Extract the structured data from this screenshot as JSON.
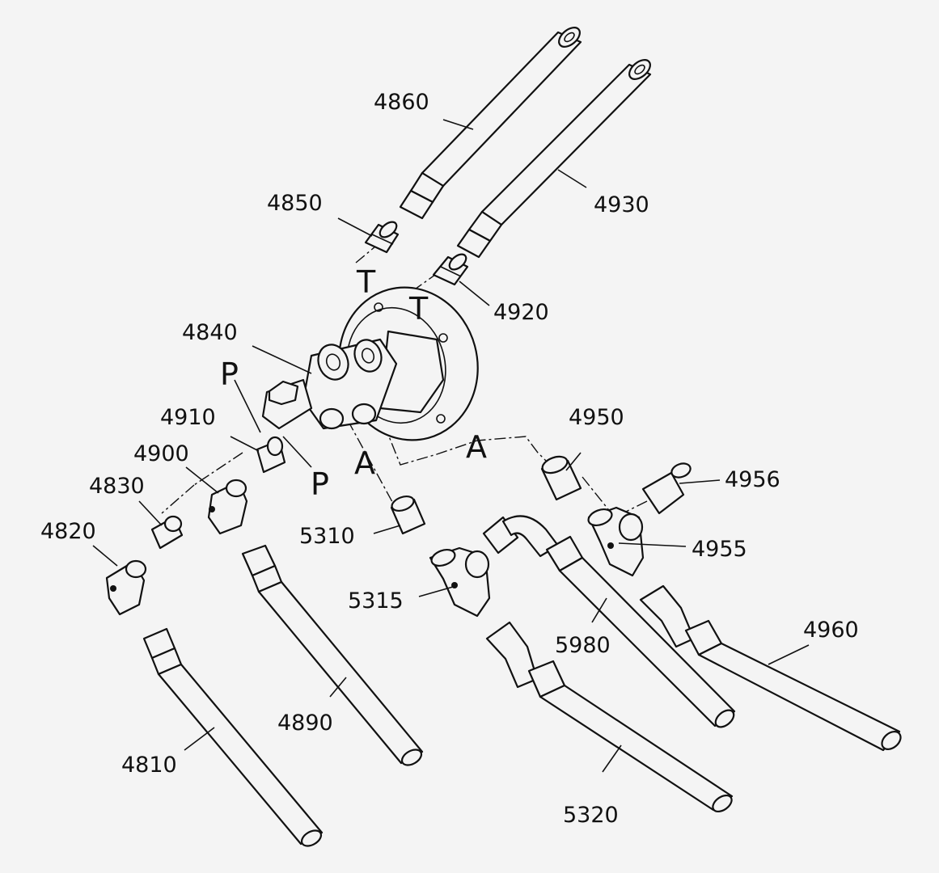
{
  "part_labels": {
    "p4860": "4860",
    "p4930": "4930",
    "p4850": "4850",
    "p4920": "4920",
    "p4840": "4840",
    "p4910": "4910",
    "p4900": "4900",
    "p4830": "4830",
    "p4820": "4820",
    "p4950": "4950",
    "p4956": "4956",
    "p4955": "4955",
    "p5310": "5310",
    "p5315": "5315",
    "p5980": "5980",
    "p4960": "4960",
    "p4890": "4890",
    "p4810": "4810",
    "p5320": "5320"
  },
  "port_labels": {
    "t_upper": "T",
    "t_lower": "T",
    "p_upper": "P",
    "p_lower": "P",
    "a_left": "A",
    "a_right": "A"
  },
  "colors": {
    "line": "#111111",
    "background": "#f4f4f4"
  }
}
